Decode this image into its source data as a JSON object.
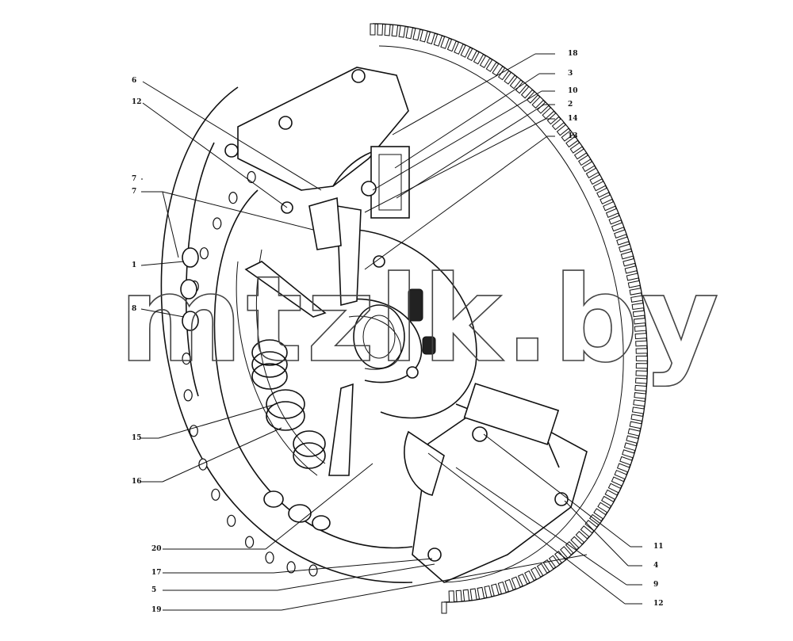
{
  "watermark": "mtzlk.by",
  "callouts": [
    {
      "id": "18",
      "label": "18"
    },
    {
      "id": "3",
      "label": "3"
    },
    {
      "id": "10",
      "label": "10"
    },
    {
      "id": "2",
      "label": "2"
    },
    {
      "id": "14",
      "label": "14"
    },
    {
      "id": "13",
      "label": "13"
    },
    {
      "id": "6",
      "label": "6"
    },
    {
      "id": "12a",
      "label": "12"
    },
    {
      "id": "7a",
      "label": "7"
    },
    {
      "id": "7b",
      "label": "7"
    },
    {
      "id": "1",
      "label": "1"
    },
    {
      "id": "8",
      "label": "8"
    },
    {
      "id": "15",
      "label": "15"
    },
    {
      "id": "16",
      "label": "16"
    },
    {
      "id": "20",
      "label": "20"
    },
    {
      "id": "17",
      "label": "17"
    },
    {
      "id": "5",
      "label": "5"
    },
    {
      "id": "19",
      "label": "19"
    },
    {
      "id": "11",
      "label": "11"
    },
    {
      "id": "4",
      "label": "4"
    },
    {
      "id": "9",
      "label": "9"
    },
    {
      "id": "12b",
      "label": "12"
    }
  ]
}
